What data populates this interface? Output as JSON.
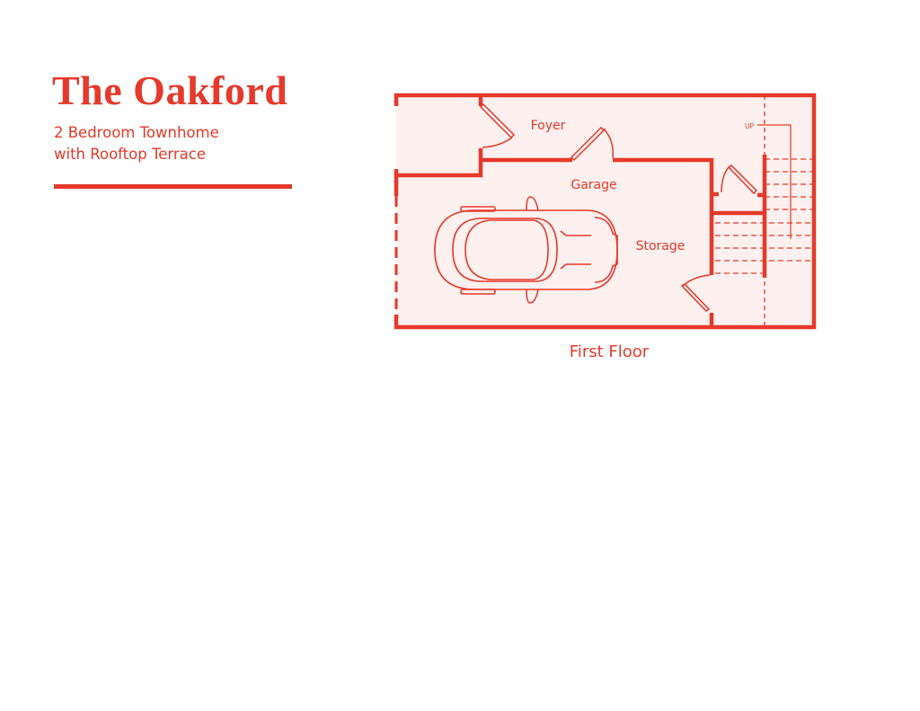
{
  "header": {
    "title": "The Oakford",
    "subtitle_line1": "2 Bedroom Townhome",
    "subtitle_line2": "with Rooftop Terrace"
  },
  "plan": {
    "caption": "First Floor",
    "rooms": {
      "foyer": "Foyer",
      "garage": "Garage",
      "storage": "Storage"
    },
    "stair_label": "UP"
  },
  "colors": {
    "accent": "#e5392b",
    "floor_fill": "#fdf0ee"
  }
}
